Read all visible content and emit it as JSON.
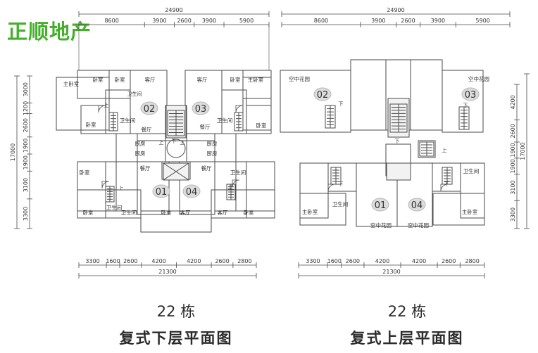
{
  "logo": {
    "text": "正顺地产",
    "color": "#43b02a"
  },
  "lower": {
    "top_total": "24900",
    "top_dims": [
      "8600",
      "3900",
      "2600",
      "3900",
      "5900"
    ],
    "left_total": "17000",
    "left_dims": [
      "3000",
      "1200",
      "2600",
      "1900",
      "1900",
      "3100",
      "3300"
    ],
    "bottom_dims": [
      "3300",
      "1600",
      "2600",
      "4200",
      "4200",
      "2600",
      "2800"
    ],
    "bottom_total": "21300",
    "units": [
      "02",
      "03",
      "01",
      "04"
    ],
    "rooms": [
      "主卧室",
      "卧室",
      "卧室",
      "客厅",
      "客厅",
      "卧室",
      "主卧室",
      "卧室",
      "卫生间",
      "卫生间",
      "卧室",
      "餐厅",
      "餐厅",
      "厨房",
      "厨房",
      "厨房",
      "厨房",
      "卧室",
      "卫生间",
      "餐厅",
      "餐厅",
      "卫生间",
      "卧室",
      "卫生间",
      "卧室",
      "客厅",
      "客厅",
      "卧室",
      "卧室"
    ],
    "stair_labels": [
      "上",
      "上",
      "下",
      "上",
      "上",
      "上"
    ],
    "caption_number": "22 栋",
    "caption_title": "复式下层平面图"
  },
  "upper": {
    "top_total": "24900",
    "top_dims": [
      "8600",
      "3900",
      "2600",
      "3900",
      "5900"
    ],
    "right_total": "17000",
    "right_dims": [
      "4200",
      "2600",
      "1900",
      "1900",
      "3100",
      "3300"
    ],
    "bottom_dims": [
      "3300",
      "1600",
      "2600",
      "4200",
      "4200",
      "2600",
      "2800"
    ],
    "bottom_total": "21300",
    "units": [
      "02",
      "03",
      "01",
      "04"
    ],
    "rooms": [
      "空中花园",
      "空中花园",
      "卫生间",
      "主卧室",
      "卫生间",
      "主卧室",
      "空中花园",
      "空中花园"
    ],
    "stair_labels": [
      "下",
      "下",
      "下",
      "上",
      "下",
      "下"
    ],
    "caption_number": "22 栋",
    "caption_title": "复式上层平面图"
  }
}
